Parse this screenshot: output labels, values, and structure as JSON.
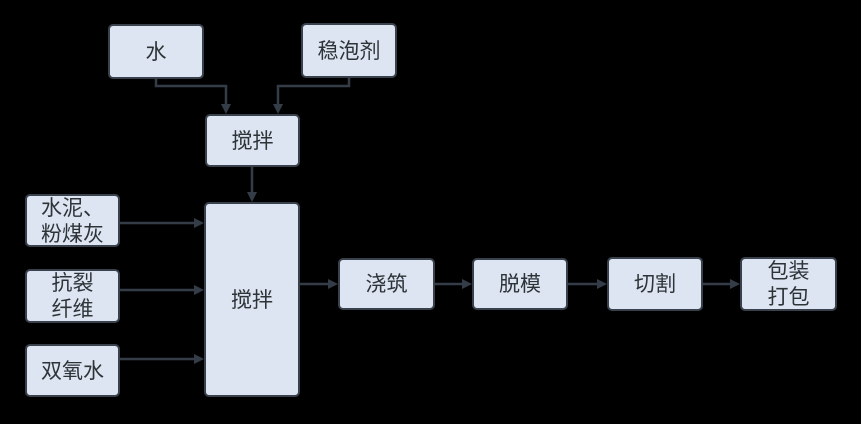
{
  "diagram": {
    "type": "flowchart",
    "nodes": {
      "water": {
        "label": "水"
      },
      "foam_stabilizer": {
        "label": "稳泡剂"
      },
      "mix_small": {
        "label": "搅拌"
      },
      "cement_flyash": {
        "line1": "水泥、",
        "line2": "粉煤灰"
      },
      "anticrack_fiber": {
        "line1": "抗裂",
        "line2": "纤维"
      },
      "hydrogen_peroxide": {
        "label": "双氧水"
      },
      "mix_main": {
        "label": "搅拌"
      },
      "pouring": {
        "label": "浇筑"
      },
      "demolding": {
        "label": "脱模"
      },
      "cutting": {
        "label": "切割"
      },
      "packaging": {
        "line1": "包装",
        "line2": "打包"
      }
    },
    "edges": [
      {
        "from": "水",
        "to": "搅拌 (top)"
      },
      {
        "from": "稳泡剂",
        "to": "搅拌 (top)"
      },
      {
        "from": "搅拌 (top)",
        "to": "搅拌 (main)"
      },
      {
        "from": "水泥、粉煤灰",
        "to": "搅拌 (main)"
      },
      {
        "from": "抗裂纤维",
        "to": "搅拌 (main)"
      },
      {
        "from": "双氧水",
        "to": "搅拌 (main)"
      },
      {
        "from": "搅拌 (main)",
        "to": "浇筑"
      },
      {
        "from": "浇筑",
        "to": "脱模"
      },
      {
        "from": "脱模",
        "to": "切割"
      },
      {
        "from": "切割",
        "to": "包装打包"
      }
    ]
  },
  "colors": {
    "background": "#000000",
    "node_fill": "#dce5f1",
    "node_border": "#39414d",
    "arrow": "#343c47",
    "text": "#2e3338"
  }
}
